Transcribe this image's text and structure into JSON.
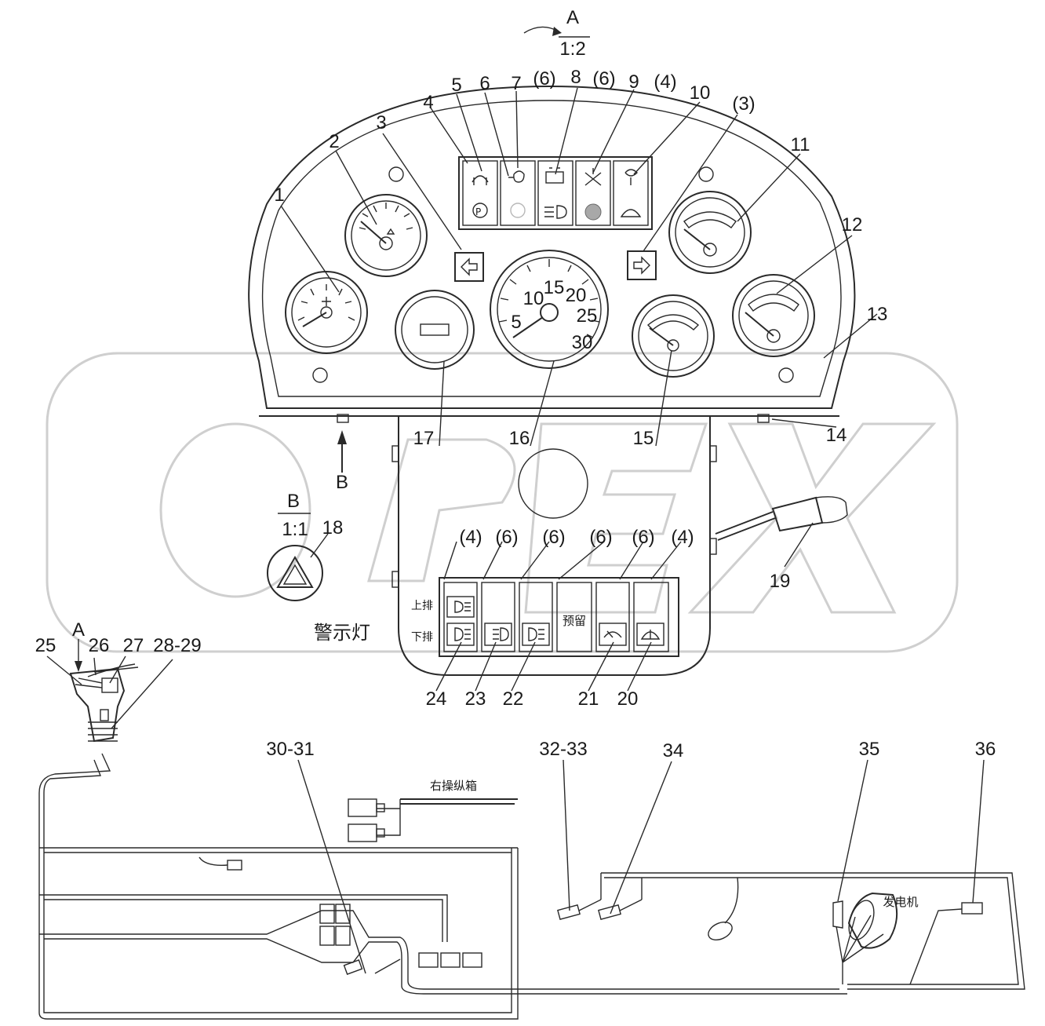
{
  "view_a": {
    "letter": "A",
    "scale": "1:2"
  },
  "view_b": {
    "letter": "B",
    "scale": "1:1"
  },
  "callouts": {
    "c1": "1",
    "c2": "2",
    "c3": "3",
    "c4": "4",
    "c5": "5",
    "c6": "6",
    "c7": "7",
    "c8": "8",
    "c9": "9",
    "c10": "10",
    "c11": "11",
    "c12": "12",
    "c13": "13",
    "c14": "14",
    "c15": "15",
    "c16": "16",
    "c17": "17",
    "c18": "18",
    "c19": "19",
    "c20": "20",
    "c21": "21",
    "c22": "22",
    "c23": "23",
    "c24": "24",
    "c25": "25",
    "c26": "26",
    "c27": "27",
    "c28_29": "28-29",
    "c30_31": "30-31",
    "c32_33": "32-33",
    "c34": "34",
    "c35": "35",
    "c36": "36"
  },
  "qty_top": {
    "q8a": "(6)",
    "q9a": "(6)",
    "q10a": "(4)",
    "q3": "(3)"
  },
  "qty_switch": [
    "(4)",
    "(6)",
    "(6)",
    "(6)",
    "(6)",
    "(4)"
  ],
  "speedo_ticks": [
    "5",
    "10",
    "15",
    "20",
    "25",
    "30"
  ],
  "labels": {
    "warning_lamp": "警示灯",
    "upper_row": "上排",
    "lower_row": "下排",
    "reserved": "预留",
    "right_console": "右操纵箱",
    "generator": "发电机",
    "arrow_a": "A",
    "arrow_b": "B"
  }
}
